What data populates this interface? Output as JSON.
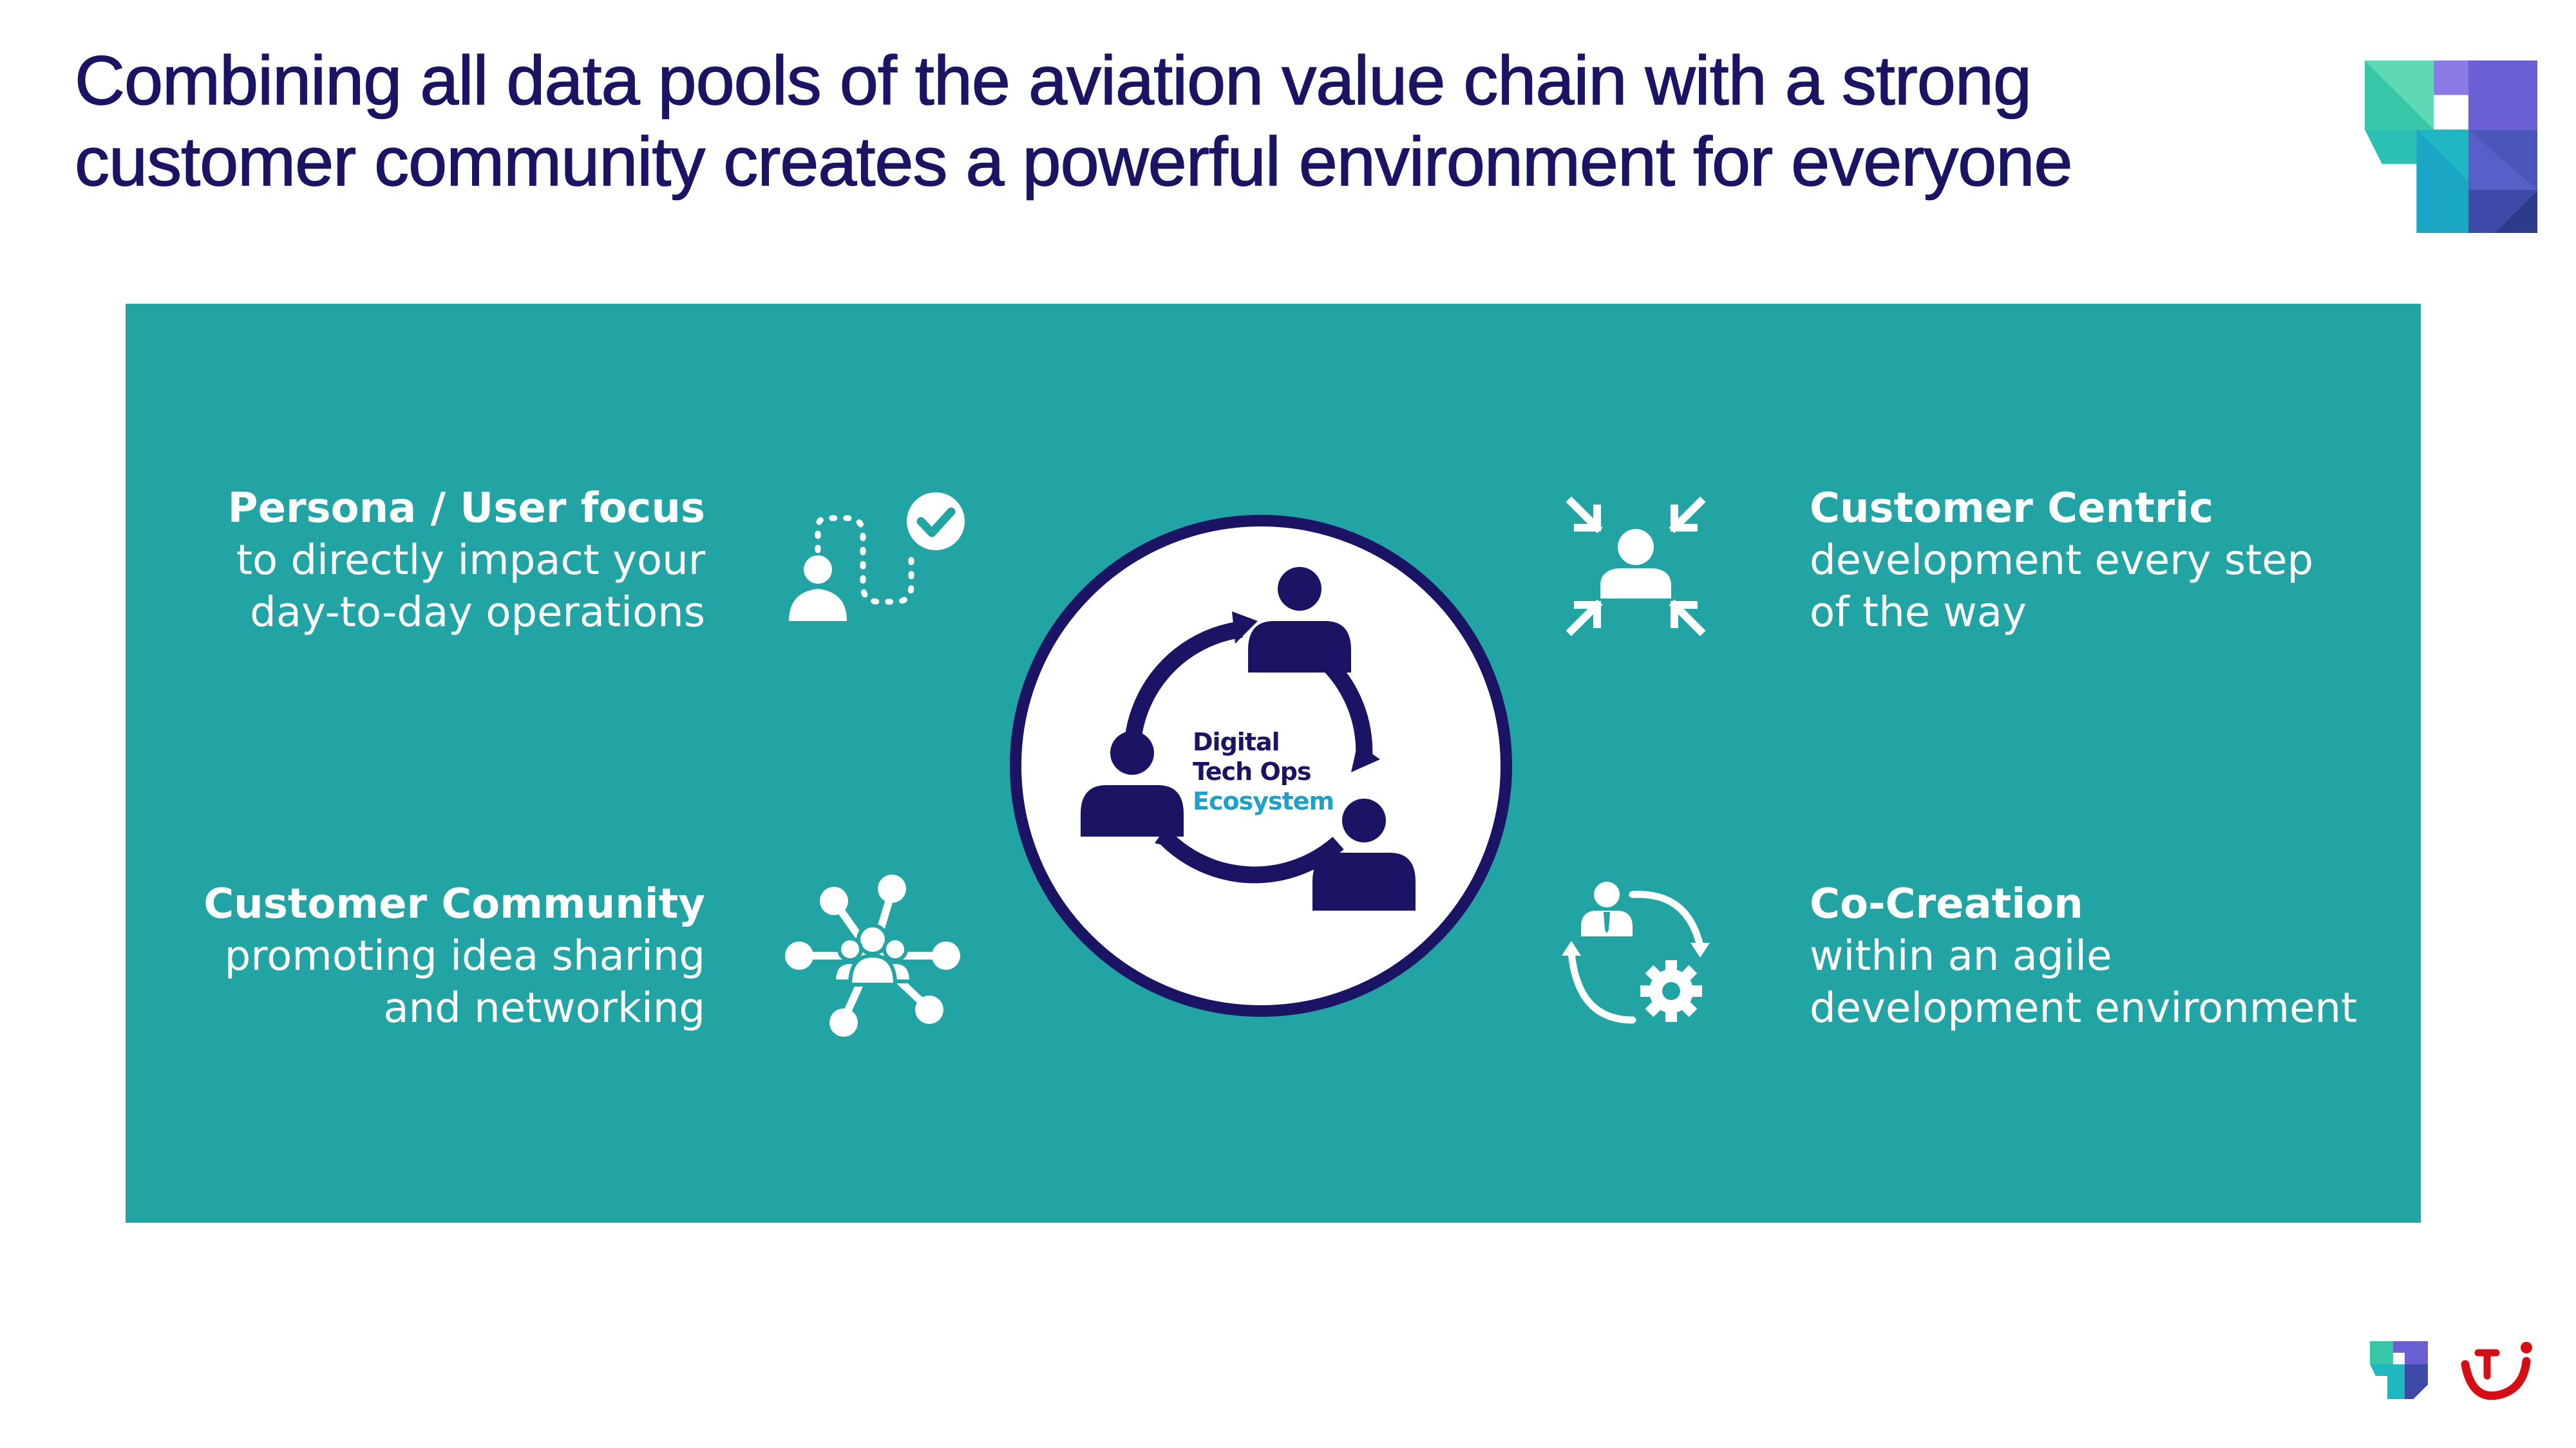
{
  "slide": {
    "title": "Combining all data pools of the aviation value chain with a strong customer community creates a powerful environment for everyone"
  },
  "features": {
    "persona": {
      "heading": "Persona / User focus",
      "description": "to directly impact your\nday-to-day operations"
    },
    "community": {
      "heading": "Customer Community",
      "description": "promoting idea sharing\nand networking"
    },
    "centric": {
      "heading": "Customer Centric",
      "description": "development every step\nof the way"
    },
    "cocreation": {
      "heading": "Co-Creation",
      "description": "within an agile\ndevelopment environment"
    }
  },
  "hub": {
    "line1": "Digital",
    "line2": "Tech Ops",
    "line3": "Ecosystem"
  },
  "colors": {
    "title": "#1b1464",
    "panel": "#22a4a4",
    "text": "#ffffff",
    "hub_border": "#1b1464",
    "hub_accent": "#1ea0c8",
    "tui_red": "#d40e14"
  },
  "icons": {
    "persona": "user-path-check-icon",
    "community": "network-people-icon",
    "centric": "arrows-inward-user-icon",
    "cocreation": "cycle-user-gear-icon",
    "hub": "people-cycle-icon"
  }
}
